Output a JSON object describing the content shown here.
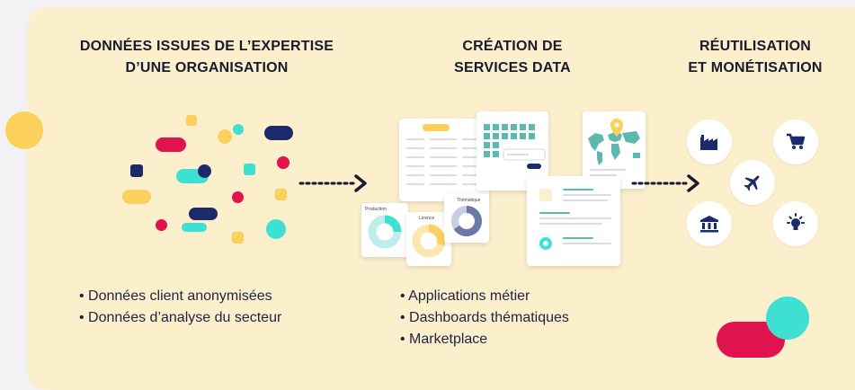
{
  "columns": [
    {
      "title_line1": "DONNÉES ISSUES DE L’EXPERTISE",
      "title_line2": "D’UNE ORGANISATION"
    },
    {
      "title_line1": "CRÉATION DE",
      "title_line2": "SERVICES DATA"
    },
    {
      "title_line1": "RÉUTILISATION",
      "title_line2": "ET MONÉTISATION"
    }
  ],
  "bullets_left": [
    "Données client anonymisées",
    "Données d’analyse du secteur"
  ],
  "bullets_middle": [
    "Applications métier",
    "Dashboards thématiques",
    "Marketplace"
  ],
  "card_labels": {
    "production": "Production",
    "licence": "Licence",
    "thematique": "Thématique"
  },
  "icons": [
    "factory-icon",
    "cart-icon",
    "plane-icon",
    "bank-icon",
    "bulb-icon"
  ],
  "colors": {
    "background": "#fcefcc",
    "navy": "#1b2a6b",
    "red": "#e0134f",
    "teal": "#3ee0d2",
    "yellow": "#fcd05c"
  }
}
